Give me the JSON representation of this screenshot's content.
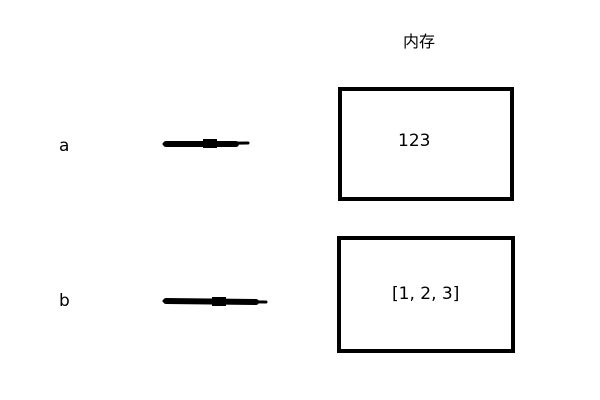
{
  "title": "内存",
  "variables": [
    {
      "name": "a",
      "value": "123"
    },
    {
      "name": "b",
      "value": "[1, 2, 3]"
    }
  ],
  "colors": {
    "stroke": "#000000",
    "background": "#ffffff"
  }
}
